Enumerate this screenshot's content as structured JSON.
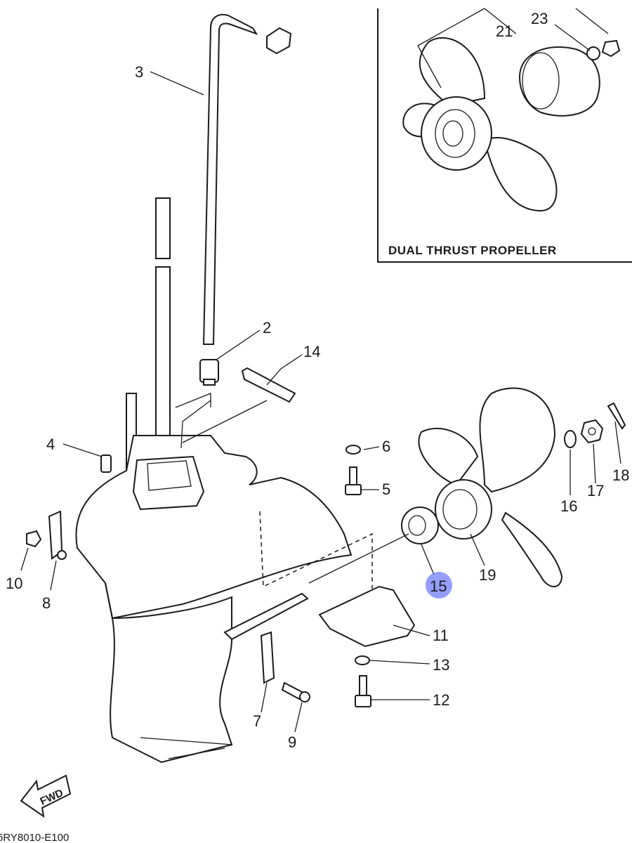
{
  "inset": {
    "title": "DUAL THRUST PROPELLER",
    "callouts": [
      "21",
      "23"
    ]
  },
  "callouts": {
    "p2": "2",
    "p3": "3",
    "p4": "4",
    "p5": "5",
    "p6": "6",
    "p7": "7",
    "p8": "8",
    "p9": "9",
    "p10": "10",
    "p11": "11",
    "p12": "12",
    "p13": "13",
    "p14": "14",
    "p15": "15",
    "p16": "16",
    "p17": "17",
    "p18": "18",
    "p19": "19"
  },
  "highlight": {
    "part": "15",
    "color": "#6f7dff"
  },
  "fwd_label": "FWD",
  "drawing_code": "6RY8010-E100"
}
